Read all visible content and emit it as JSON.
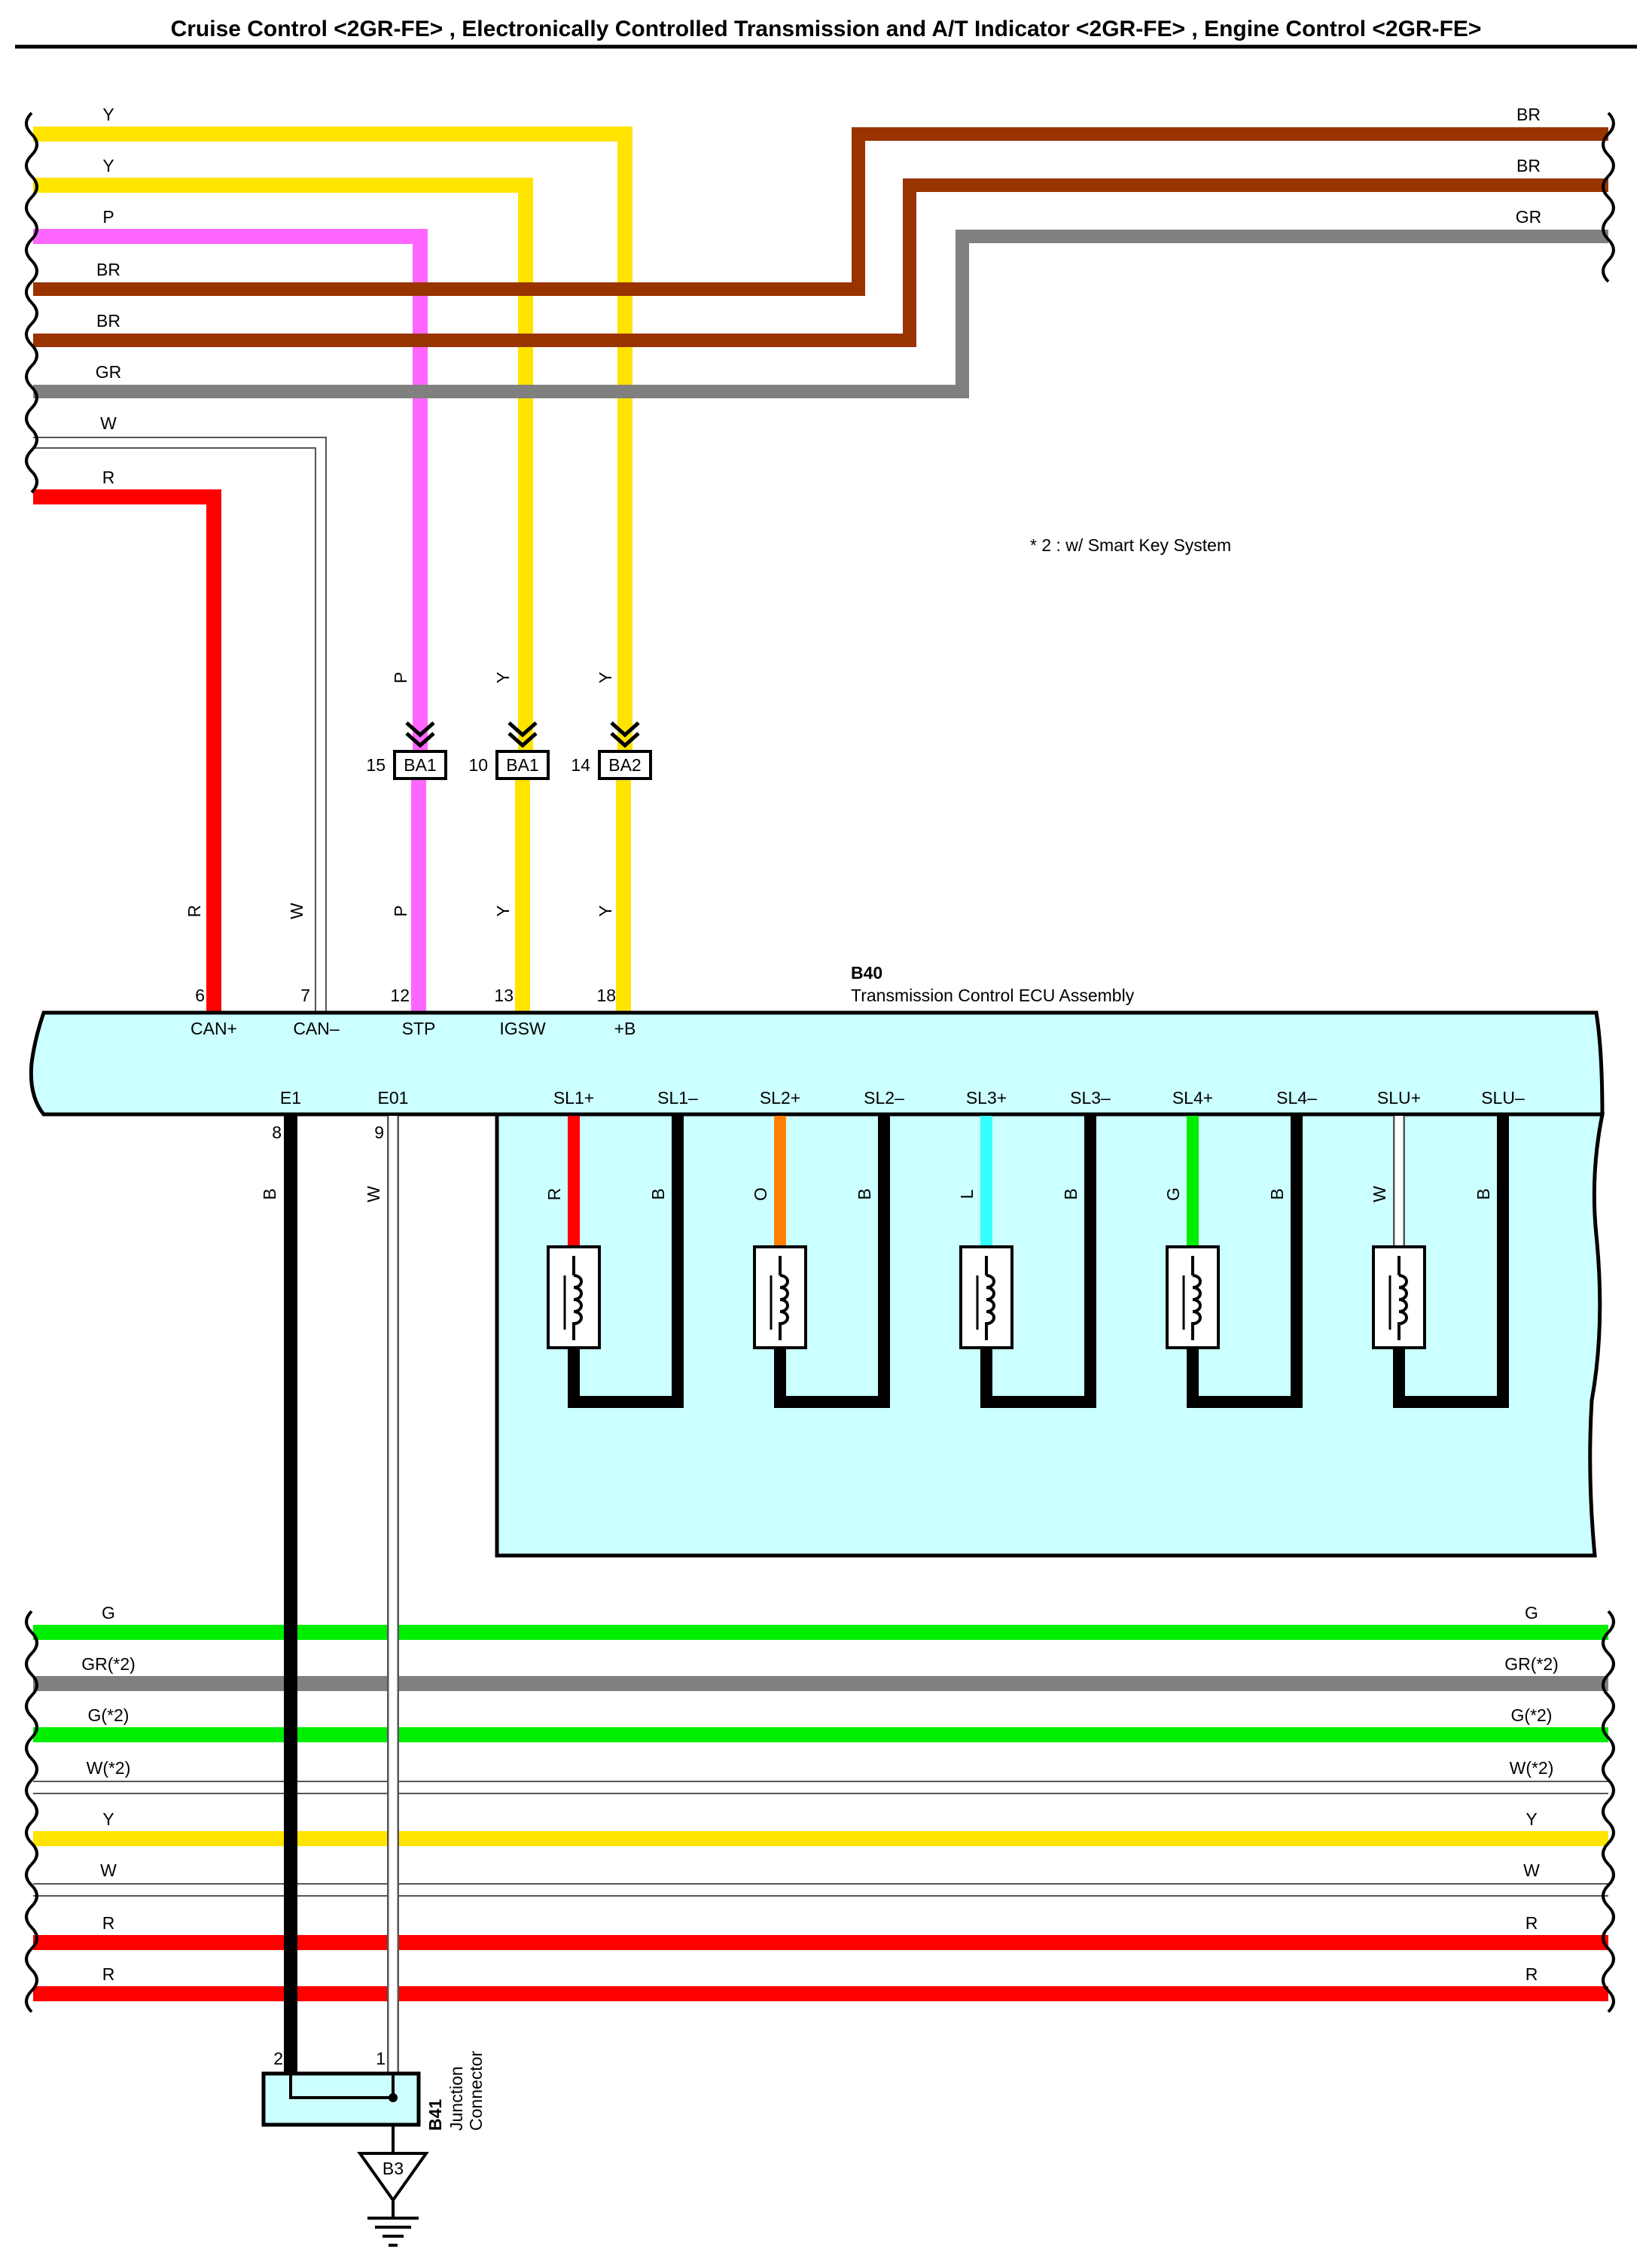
{
  "title": "Cruise Control <2GR-FE> , Electronically Controlled Transmission and A/T Indicator <2GR-FE> , Engine Control <2GR-FE>",
  "colors": {
    "Y": "#ffe400",
    "BR": "#993300",
    "GR": "#808080",
    "P": "#ff66ff",
    "R": "#ff0000",
    "W": "#ffffff",
    "B": "#000000",
    "O": "#ff8000",
    "L": "#33ffff",
    "G": "#00ee00",
    "ecu_fill": "#ccffff"
  },
  "note": "* 2 : w/ Smart Key System",
  "top_left_wires": [
    "Y",
    "Y",
    "P",
    "BR",
    "BR",
    "GR",
    "W",
    "R"
  ],
  "top_right_wires": [
    "BR",
    "BR",
    "GR"
  ],
  "connector_wire_labels": [
    "P",
    "Y",
    "Y"
  ],
  "connectors": [
    {
      "pin": "15",
      "name": "BA1"
    },
    {
      "pin": "10",
      "name": "BA1"
    },
    {
      "pin": "14",
      "name": "BA2"
    }
  ],
  "ecu": {
    "code": "B40",
    "name": "Transmission Control ECU Assembly",
    "top_terminals": [
      {
        "pin": "6",
        "signal": "CAN+",
        "wire": "R"
      },
      {
        "pin": "7",
        "signal": "CAN–",
        "wire": "W"
      },
      {
        "pin": "12",
        "signal": "STP",
        "wire": "P"
      },
      {
        "pin": "13",
        "signal": "IGSW",
        "wire": "Y"
      },
      {
        "pin": "18",
        "signal": "+B",
        "wire": "Y"
      }
    ],
    "bottom_terminals": [
      {
        "pin": "8",
        "signal": "E1",
        "wire": "B"
      },
      {
        "pin": "9",
        "signal": "E01",
        "wire": "W"
      }
    ],
    "solenoids": [
      {
        "plus": "SL1+",
        "minus": "SL1–",
        "plus_wire": "R",
        "minus_wire": "B"
      },
      {
        "plus": "SL2+",
        "minus": "SL2–",
        "plus_wire": "O",
        "minus_wire": "B"
      },
      {
        "plus": "SL3+",
        "minus": "SL3–",
        "plus_wire": "L",
        "minus_wire": "B"
      },
      {
        "plus": "SL4+",
        "minus": "SL4–",
        "plus_wire": "G",
        "minus_wire": "B"
      },
      {
        "plus": "SLU+",
        "minus": "SLU–",
        "plus_wire": "W",
        "minus_wire": "B"
      }
    ]
  },
  "bottom_wires": [
    "G",
    "GR(*2)",
    "G(*2)",
    "W(*2)",
    "Y",
    "W",
    "R",
    "R"
  ],
  "junction": {
    "code": "B41",
    "name_line1": "Junction",
    "name_line2": "Connector",
    "pins": [
      "2",
      "1"
    ]
  },
  "ground": "B3"
}
